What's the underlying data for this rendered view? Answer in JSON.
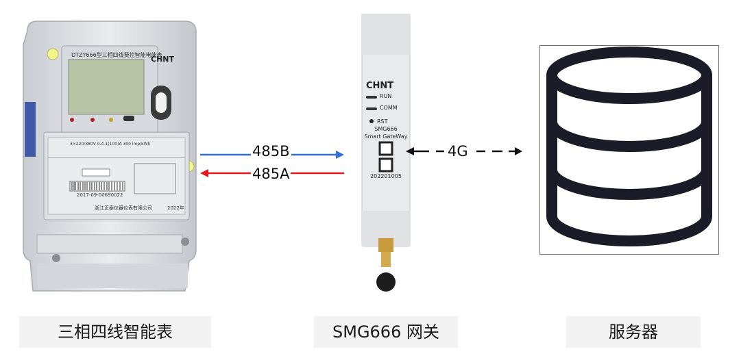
{
  "nodes": {
    "meter": {
      "caption": "三相四线智能表",
      "model_label": "DTZY666型三相四线费控智能电能表",
      "brand": "CHNT",
      "rating": "3×220/380V  0.4-1(100)A  300 imp/kWh",
      "serial": "2017-09-00690022",
      "maker": "浙江正泰仪器仪表有限公司",
      "year": "2022年"
    },
    "gateway": {
      "caption": "SMG666 网关",
      "brand": "CHNT",
      "led_run": "RUN",
      "led_comm": "COMM",
      "rst": "RST",
      "model": "SMG666",
      "subtitle": "Smart GateWay",
      "date": "202201005"
    },
    "server": {
      "caption": "服务器"
    }
  },
  "edges": {
    "b": {
      "label": "485B",
      "color": "#2f6fd6"
    },
    "a": {
      "label": "485A",
      "color": "#e3191f"
    },
    "g": {
      "label": "4G",
      "color": "#111111"
    }
  }
}
